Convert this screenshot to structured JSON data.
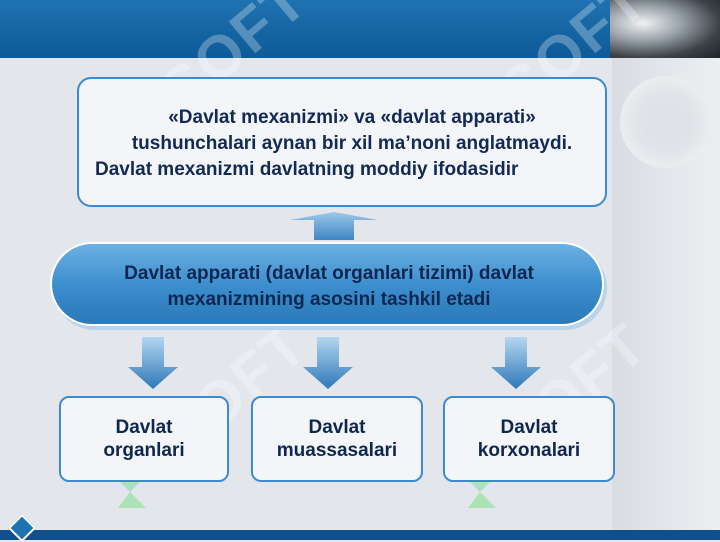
{
  "slide": {
    "top_box_lines": [
      "«Davlat mexanizmi» va «davlat apparati»",
      "tushunchalari aynan bir xil ma’noni anglatmaydi.",
      "Davlat mexanizmi davlatning moddiy ifodasidir"
    ],
    "center_oval_lines": [
      "Davlat apparati (davlat organlari tizimi) davlat",
      "mexanizmining asosini tashkil etadi"
    ],
    "bottom_boxes": [
      {
        "lines": [
          "Davlat",
          "organlari"
        ]
      },
      {
        "lines": [
          "Davlat",
          "muassasalari"
        ]
      },
      {
        "lines": [
          "Davlat",
          "korxonalari"
        ]
      }
    ]
  },
  "watermark": {
    "text": "SOFT"
  },
  "colors": {
    "header_blue": "#1f72b0",
    "box_border": "#3d8ad0",
    "oval_fill": "#3a8ccc",
    "text_dark": "#132a54",
    "arrow_blue": "#4a96cf",
    "watermark_green": "#7ee08a"
  }
}
